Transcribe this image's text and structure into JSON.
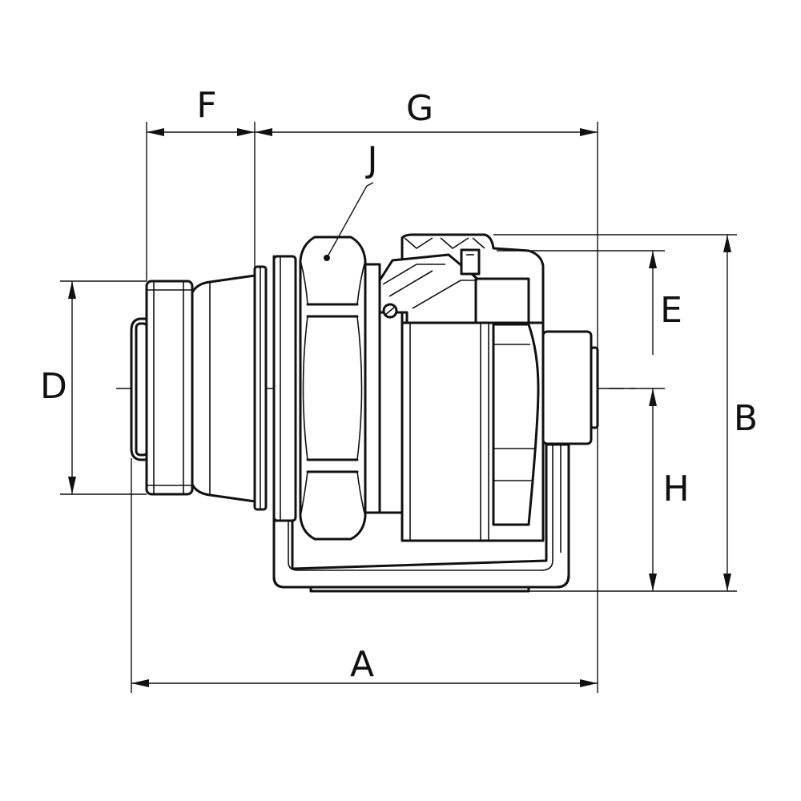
{
  "labels": {
    "A": "A",
    "B": "B",
    "D": "D",
    "E": "E",
    "F": "F",
    "G": "G",
    "H": "H",
    "J": "J"
  }
}
